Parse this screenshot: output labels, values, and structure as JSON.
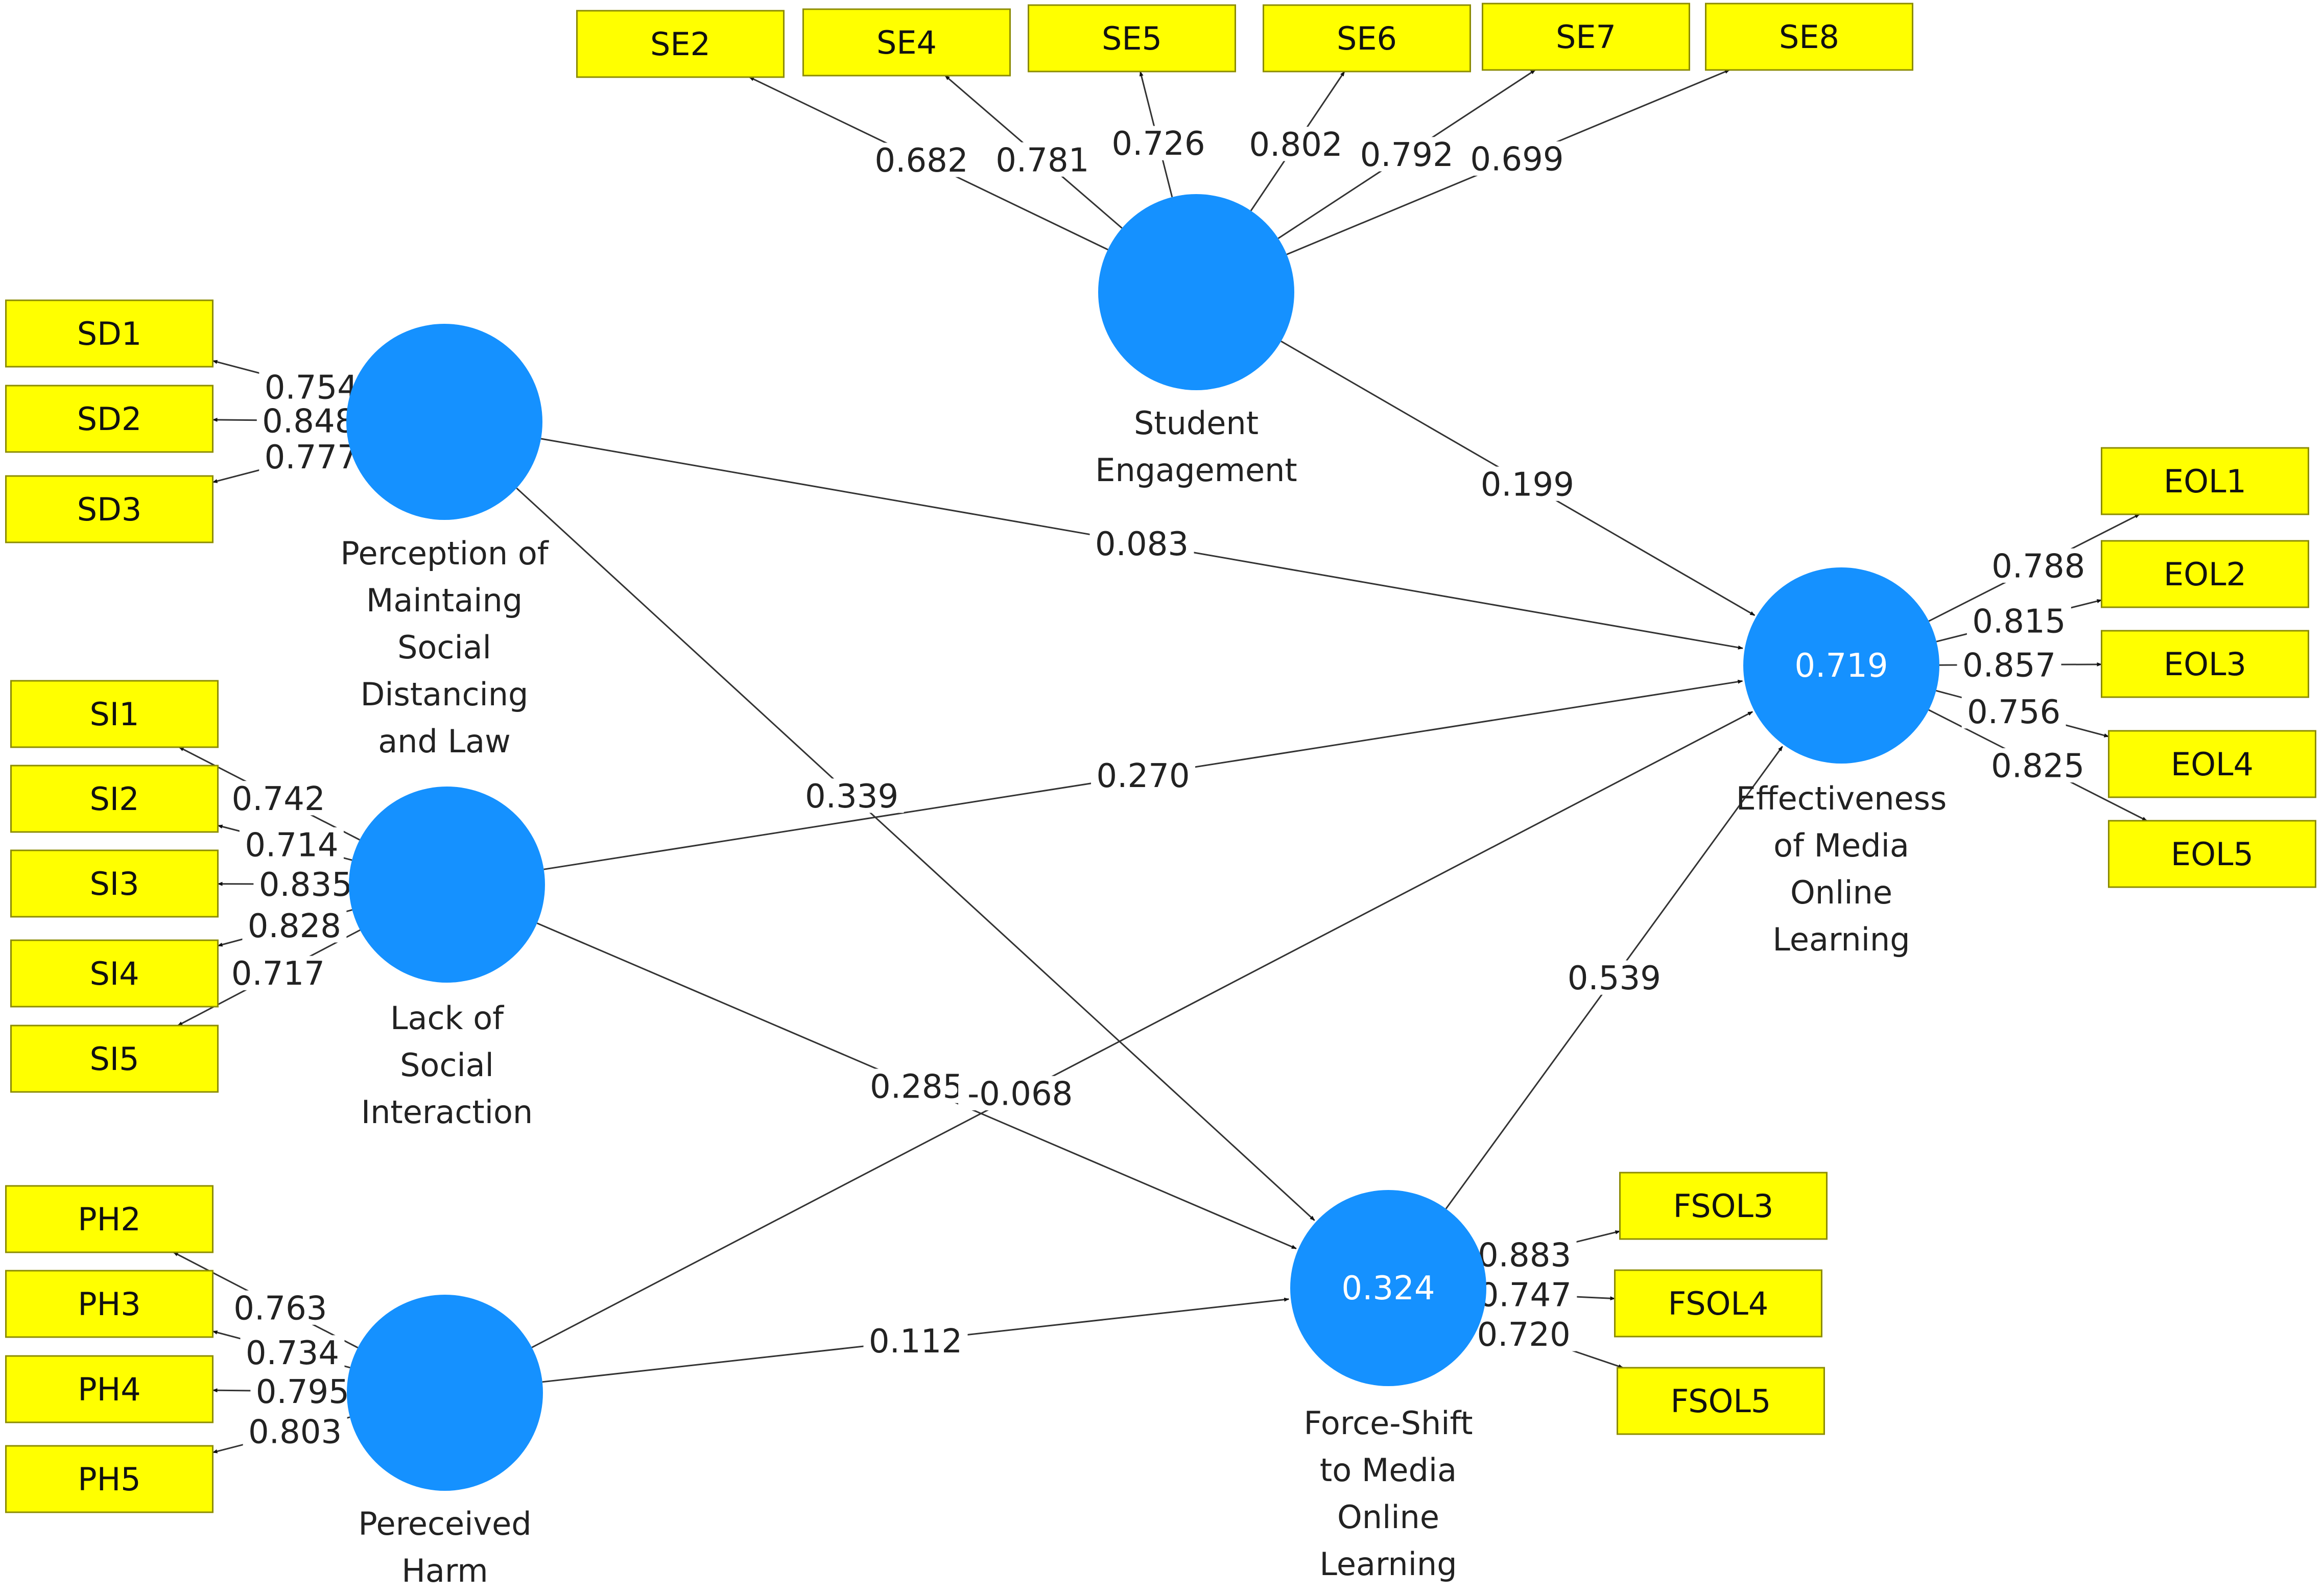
{
  "constructs": [
    {
      "id": "SE",
      "name": "Student Engagement",
      "label_lines": [
        "Student",
        "Engagement"
      ],
      "r2": ""
    },
    {
      "id": "SD",
      "name": "Perception of Maintaing Social Distancing and Law",
      "label_lines": [
        "Perception of",
        "Maintaing",
        "Social",
        "Distancing",
        "and Law"
      ],
      "r2": ""
    },
    {
      "id": "SI",
      "name": "Lack of Social Interaction",
      "label_lines": [
        "Lack of",
        "Social",
        "Interaction"
      ],
      "r2": ""
    },
    {
      "id": "PH",
      "name": "Pereceived Harm",
      "label_lines": [
        "Pereceived",
        "Harm"
      ],
      "r2": ""
    },
    {
      "id": "EOL",
      "name": "Effectiveness of Media Online Learning",
      "label_lines": [
        "Effectiveness",
        "of Media",
        "Online",
        "Learning"
      ],
      "r2": "0.719"
    },
    {
      "id": "FSOL",
      "name": "Force-Shift to Media Online Learning",
      "label_lines": [
        "Force-Shift",
        "to Media",
        "Online",
        "Learning"
      ],
      "r2": "0.324"
    }
  ],
  "indicators": [
    {
      "id": "SE2",
      "construct": "SE",
      "loading": "0.682"
    },
    {
      "id": "SE4",
      "construct": "SE",
      "loading": "0.781"
    },
    {
      "id": "SE5",
      "construct": "SE",
      "loading": "0.726"
    },
    {
      "id": "SE6",
      "construct": "SE",
      "loading": "0.802"
    },
    {
      "id": "SE7",
      "construct": "SE",
      "loading": "0.792"
    },
    {
      "id": "SE8",
      "construct": "SE",
      "loading": "0.699"
    },
    {
      "id": "SD1",
      "construct": "SD",
      "loading": "0.754"
    },
    {
      "id": "SD2",
      "construct": "SD",
      "loading": "0.848"
    },
    {
      "id": "SD3",
      "construct": "SD",
      "loading": "0.777"
    },
    {
      "id": "SI1",
      "construct": "SI",
      "loading": "0.742"
    },
    {
      "id": "SI2",
      "construct": "SI",
      "loading": "0.714"
    },
    {
      "id": "SI3",
      "construct": "SI",
      "loading": "0.835"
    },
    {
      "id": "SI4",
      "construct": "SI",
      "loading": "0.828"
    },
    {
      "id": "SI5",
      "construct": "SI",
      "loading": "0.717"
    },
    {
      "id": "PH2",
      "construct": "PH",
      "loading": "0.763"
    },
    {
      "id": "PH3",
      "construct": "PH",
      "loading": "0.734"
    },
    {
      "id": "PH4",
      "construct": "PH",
      "loading": "0.795"
    },
    {
      "id": "PH5",
      "construct": "PH",
      "loading": "0.803"
    },
    {
      "id": "EOL1",
      "construct": "EOL",
      "loading": "0.788"
    },
    {
      "id": "EOL2",
      "construct": "EOL",
      "loading": "0.815"
    },
    {
      "id": "EOL3",
      "construct": "EOL",
      "loading": "0.857"
    },
    {
      "id": "EOL4",
      "construct": "EOL",
      "loading": "0.756"
    },
    {
      "id": "EOL5",
      "construct": "EOL",
      "loading": "0.825"
    },
    {
      "id": "FSOL3",
      "construct": "FSOL",
      "loading": "0.883"
    },
    {
      "id": "FSOL4",
      "construct": "FSOL",
      "loading": "0.747"
    },
    {
      "id": "FSOL5",
      "construct": "FSOL",
      "loading": "0.720"
    }
  ],
  "paths": [
    {
      "from": "SE",
      "to": "EOL",
      "coef": "0.199"
    },
    {
      "from": "SD",
      "to": "EOL",
      "coef": "0.083"
    },
    {
      "from": "SD",
      "to": "FSOL",
      "coef": "0.339"
    },
    {
      "from": "SI",
      "to": "EOL",
      "coef": "0.270"
    },
    {
      "from": "SI",
      "to": "FSOL",
      "coef": "0.285"
    },
    {
      "from": "PH",
      "to": "EOL",
      "coef": "-0.068"
    },
    {
      "from": "PH",
      "to": "FSOL",
      "coef": "0.112"
    },
    {
      "from": "FSOL",
      "to": "EOL",
      "coef": "0.539"
    }
  ],
  "colors": {
    "construct_fill": "#1591ff",
    "indicator_fill": "#ffff00",
    "indicator_border": "#8c8c00",
    "edge": "#333333"
  }
}
